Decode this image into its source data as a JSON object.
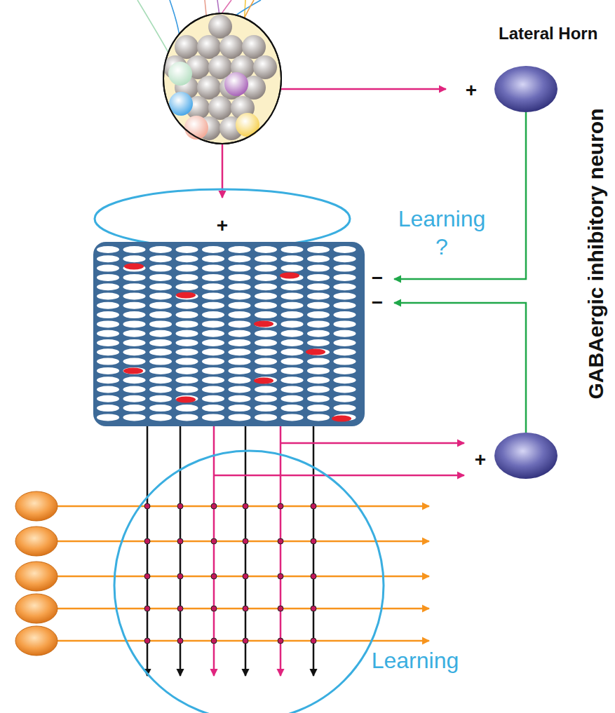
{
  "diagram": {
    "nodes": [
      {
        "text": [
          "Lateral Horn"
        ]
      }
    ],
    "labels": [
      "+",
      "GABAergic inhibitory neuron",
      "+",
      "Learning ?",
      "−",
      "−",
      "+",
      "Learning"
    ]
  }
}
